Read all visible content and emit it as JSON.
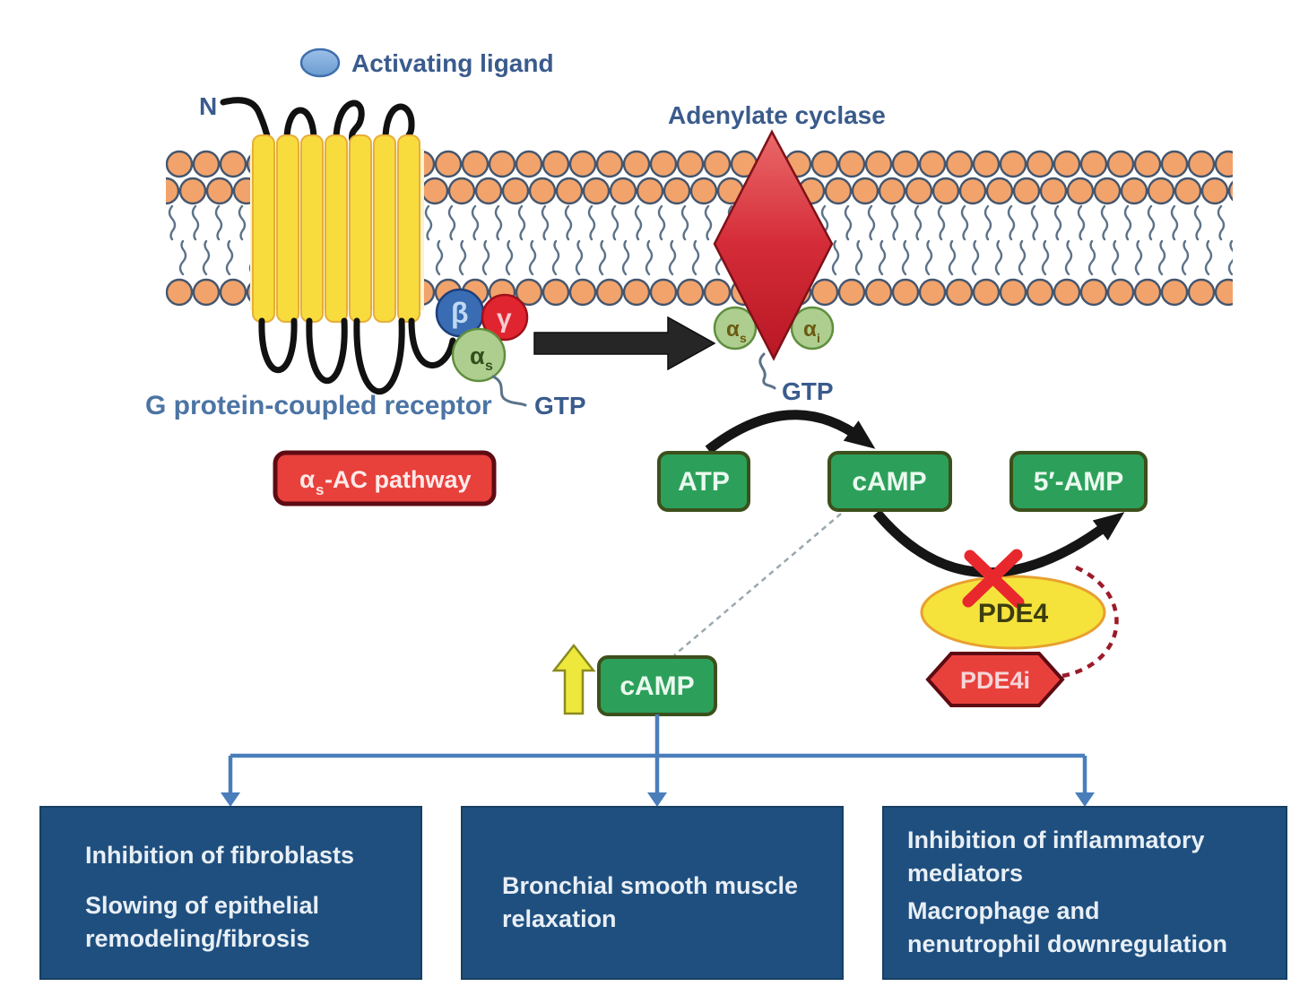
{
  "labels": {
    "activating_ligand": "Activating ligand",
    "n_terminus": "N",
    "gpcr": "G protein-coupled receptor",
    "adenylate_cyclase": "Adenylate cyclase",
    "gtp_left": "GTP",
    "gtp_right": "GTP"
  },
  "badge": {
    "alpha": "α",
    "sub": "s",
    "rest": "-AC pathway"
  },
  "subunits": {
    "beta": "β",
    "gamma": "γ",
    "alpha": "α",
    "sub_s": "s",
    "sub_i": "i"
  },
  "metabolites": {
    "atp": "ATP",
    "camp": "cAMP",
    "five_amp": "5′-AMP",
    "camp_low": "cAMP"
  },
  "enzymes": {
    "pde4": "PDE4",
    "pde4i": "PDE4i"
  },
  "outcomes": {
    "box1": {
      "lines": [
        "Inhibition of fibroblasts",
        "Slowing of epithelial",
        "remodeling/fibrosis"
      ]
    },
    "box2": {
      "lines": [
        "Bronchial smooth muscle",
        "relaxation"
      ]
    },
    "box3": {
      "lines": [
        "Inhibition of inflammatory",
        "mediators",
        "Macrophage and",
        "nenutrophil downregulation"
      ]
    }
  },
  "colors": {
    "membrane_head": "#F2A36B",
    "membrane_outline": "#44566E",
    "helix_yellow": "#F8DC3E",
    "ac_red": "#D42B38",
    "green_box": "#2CA05A",
    "navy_box": "#1F4F7E",
    "badge_red": "#E8403B",
    "pde4_yellow": "#F5E33C",
    "pde4i_red": "#E8413C",
    "connector_blue": "#4A7EBB",
    "label_navy": "#3A5B8C",
    "inhibit_x_red": "#E8282C"
  }
}
